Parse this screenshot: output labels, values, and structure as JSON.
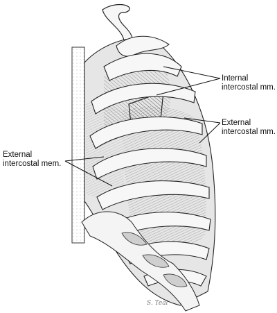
{
  "labels": {
    "internal": [
      "Internal",
      "intercostal mm."
    ],
    "external": [
      "External",
      "intercostal mm."
    ],
    "membrane": [
      "External",
      "intercostal mem."
    ]
  },
  "signature": "S. Teal",
  "colors": {
    "line": "#222222",
    "shade": "#9a9a9a",
    "bone": "#f4f4f4",
    "muscle": "#c9c9c9"
  }
}
